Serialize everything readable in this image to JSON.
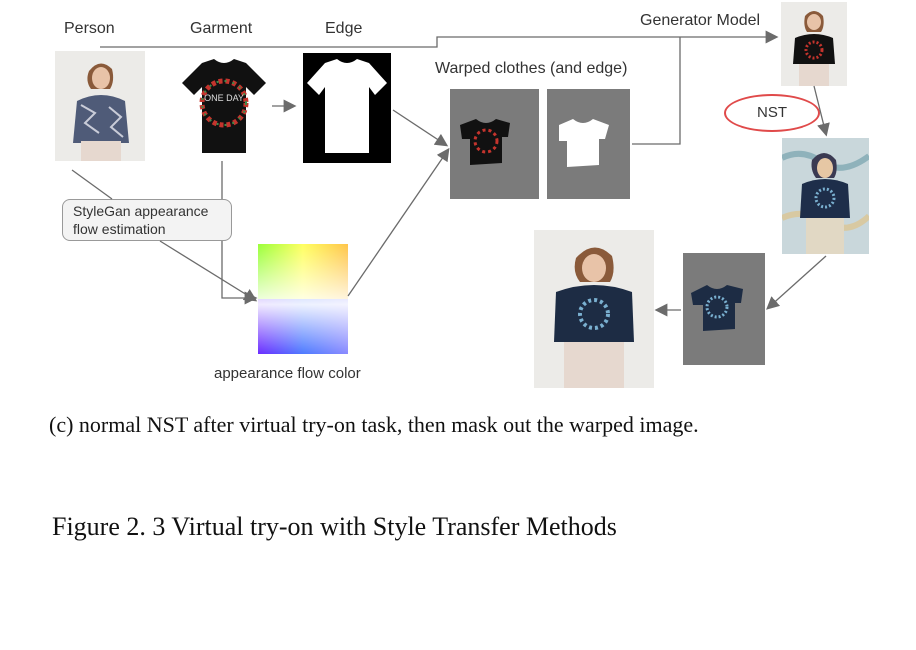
{
  "diagram": {
    "labels": {
      "person": "Person",
      "garment": "Garment",
      "edge": "Edge",
      "generator_model": "Generator Model",
      "warped_clothes": "Warped clothes (and edge)",
      "stylegan_flow": "StyleGan appearance\nflow estimation",
      "nst": "NST",
      "appearance_flow_color": "appearance flow color",
      "garment_print": "ONE DAY"
    },
    "colors": {
      "arrow": "#6b6b6b",
      "nst_ellipse": "#e04a4a",
      "panel_gray": "#7b7b7b",
      "tshirt": "#111111"
    }
  },
  "caption": {
    "subcaption": "(c) normal NST after virtual try-on task, then mask out the warped image.",
    "figure_title": "Figure 2. 3 Virtual try-on with Style Transfer Methods"
  }
}
